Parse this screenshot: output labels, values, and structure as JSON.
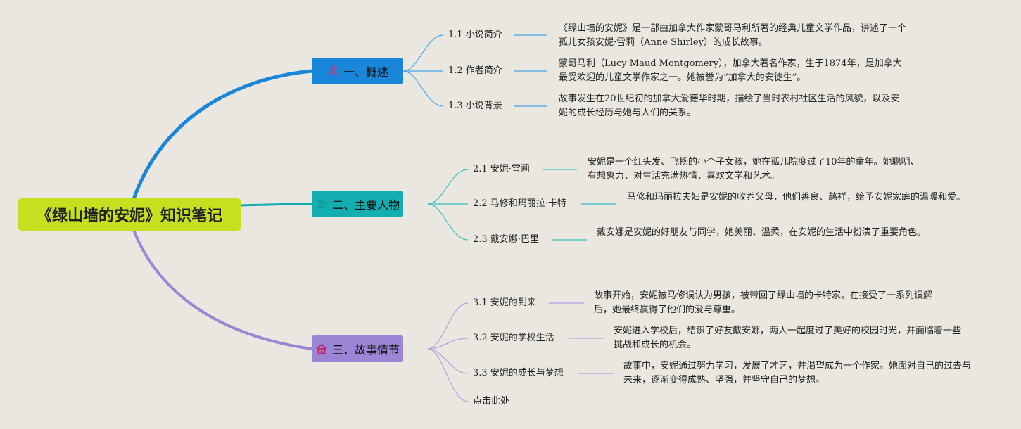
{
  "root": {
    "title": "《绿山墙的安妮》知识笔记"
  },
  "branches": [
    {
      "label": "一、概述",
      "icon": "tools-icon",
      "color": "#1a86d9",
      "items": [
        {
          "label": "1.1 小说简介",
          "desc": "《绿山墙的安妮》是一部由加拿大作家蒙哥马利所著的经典儿童文学作品，讲述了一个孤儿女孩安妮·雪莉（Anne Shirley）的成长故事。"
        },
        {
          "label": "1.2 作者简介",
          "desc": "蒙哥马利（Lucy Maud Montgomery），加拿大著名作家，生于1874年，是加拿大最受欢迎的儿童文学作家之一。她被誉为“加拿大的安徒生”。"
        },
        {
          "label": "1.3 小说背景",
          "desc": "故事发生在20世纪初的加拿大爱德华时期，描绘了当时农村社区生活的风貌，以及安妮的成长经历与她与人们的关系。"
        }
      ]
    },
    {
      "label": "二、主要人物",
      "icon": "people-icon",
      "color": "#12aeb0",
      "items": [
        {
          "label": "2.1 安妮·雪莉",
          "desc": "安妮是一个红头发、飞扬的小个子女孩，她在孤儿院度过了10年的童年。她聪明、有想象力，对生活充满热情，喜欢文学和艺术。"
        },
        {
          "label": "2.2 马修和玛丽拉·卡特",
          "desc": "马修和玛丽拉夫妇是安妮的收养父母，他们善良、慈祥，给予安妮家庭的温暖和爱。"
        },
        {
          "label": "2.3 戴安娜·巴里",
          "desc": "戴安娜是安妮的好朋友与同学，她美丽、温柔，在安妮的生活中扮演了重要角色。"
        }
      ]
    },
    {
      "label": "三、故事情节",
      "icon": "house-icon",
      "color": "#9b86d6",
      "items": [
        {
          "label": "3.1 安妮的到来",
          "desc": "故事开始，安妮被马修误认为男孩，被带回了绿山墙的卡特家。在接受了一系列误解后，她最终赢得了他们的爱与尊重。"
        },
        {
          "label": "3.2 安妮的学校生活",
          "desc": "安妮进入学校后，结识了好友戴安娜，两人一起度过了美好的校园时光，并面临着一些挑战和成长的机会。"
        },
        {
          "label": "3.3 安妮的成长与梦想",
          "desc": "故事中，安妮通过努力学习，发展了才艺，并渴望成为一个作家。她面对自己的过去与未来，逐渐变得成熟、坚强，并坚守自己的梦想。"
        },
        {
          "label": "点击此处",
          "desc": ""
        }
      ]
    }
  ]
}
